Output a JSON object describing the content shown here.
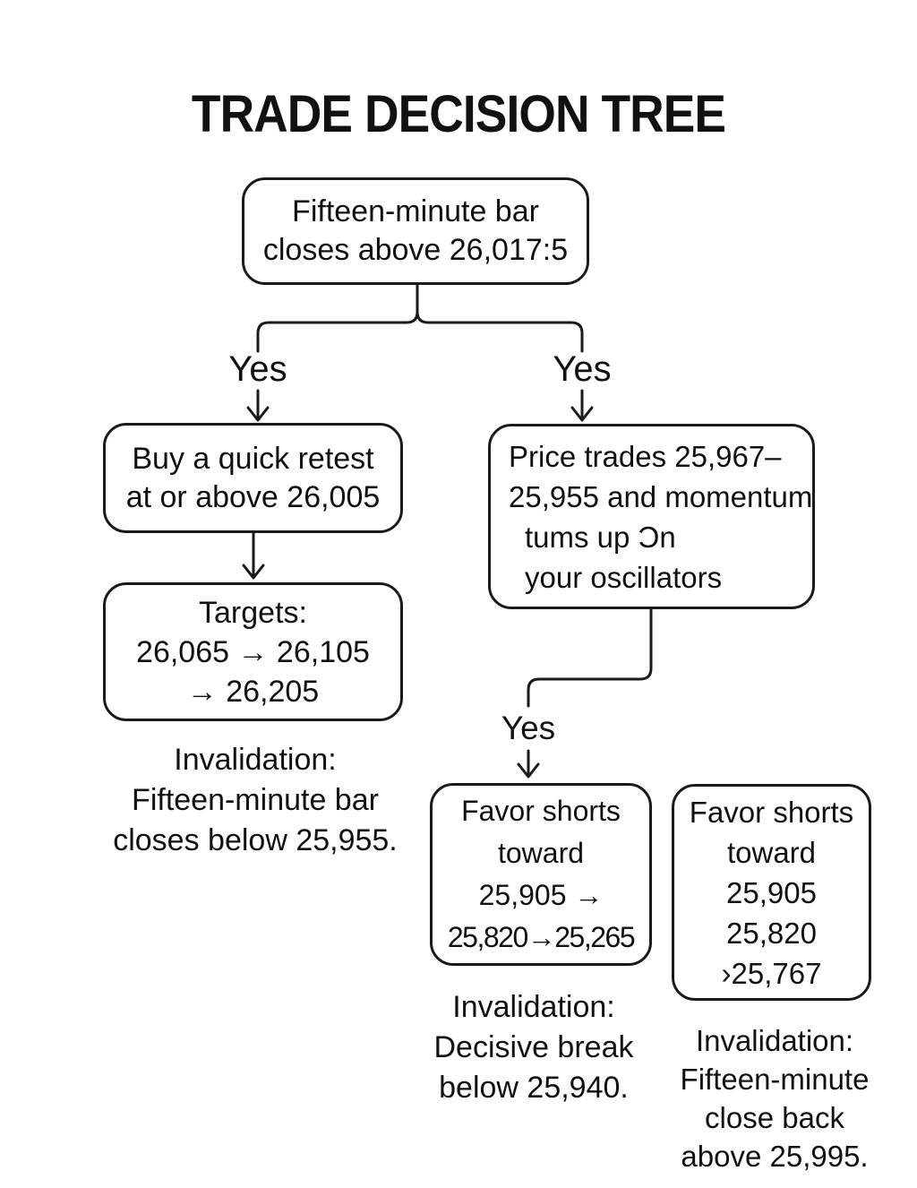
{
  "title": "TRADE DECISION TREE",
  "colors": {
    "line": "#1a1a1a",
    "text": "#111111",
    "background": "#ffffff"
  },
  "tree": {
    "root": {
      "lines": [
        "Fifteen-minute bar",
        "closes above 26,017:5"
      ]
    },
    "branch_left_label": "Yes",
    "branch_right_label": "Yes",
    "buy": {
      "lines": [
        "Buy a quick retest",
        "at or above 26,005"
      ]
    },
    "targets": {
      "lines": [
        "Targets:",
        "26,065 → 26,105",
        "→ 26,205"
      ]
    },
    "invalidation_left": {
      "lines": [
        "Invalidation:",
        "Fifteen-minute bar",
        "closes below 25,955."
      ]
    },
    "price": {
      "lines": [
        "Price trades 25,967–",
        "25,955 and momentum",
        "tums up Ɔn",
        "your oscillators"
      ]
    },
    "momentum_yes_label": "Yes",
    "favor_shorts_primary": {
      "lines": [
        "Favor shorts",
        "toward",
        "25,905 →",
        "25,820→25,265"
      ]
    },
    "favor_shorts_secondary": {
      "lines": [
        "Favor shorts",
        "toward",
        "25,905",
        "25,820",
        "›25,767"
      ]
    },
    "invalidation_mid": {
      "lines": [
        "Invalidation:",
        "Decisive break",
        "below 25,940."
      ]
    },
    "invalidation_right": {
      "lines": [
        "Invalidation:",
        "Fifteen-minute",
        "close back",
        "above 25,995."
      ]
    }
  }
}
